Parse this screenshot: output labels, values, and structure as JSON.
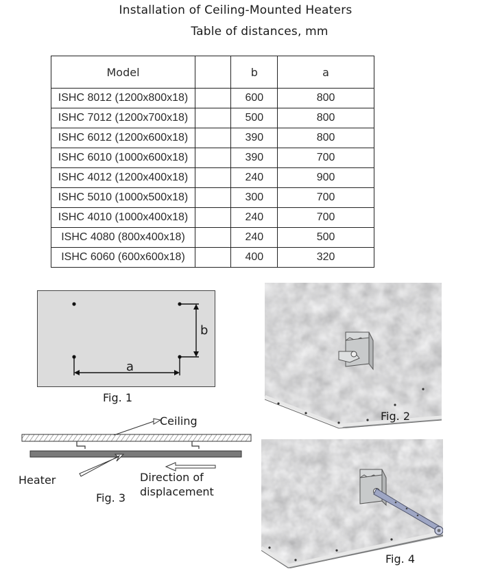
{
  "header": {
    "title": "Installation of Ceiling-Mounted Heaters",
    "subtitle": "Table of distances, mm"
  },
  "table": {
    "columns": [
      "Model",
      "",
      "b",
      "a"
    ],
    "rows": [
      {
        "model": "ISHC 8012 (1200x800x18)",
        "b": "600",
        "a": "800"
      },
      {
        "model": "ISHC 7012 (1200x700x18)",
        "b": "500",
        "a": "800"
      },
      {
        "model": "ISHC 6012 (1200x600x18)",
        "b": "390",
        "a": "800"
      },
      {
        "model": "ISHC 6010 (1000x600x18)",
        "b": "390",
        "a": "700"
      },
      {
        "model": "ISHC 4012 (1200x400x18)",
        "b": "240",
        "a": "900"
      },
      {
        "model": "ISHC 5010 (1000x500x18)",
        "b": "300",
        "a": "700"
      },
      {
        "model": "ISHC 4010 (1000x400x18)",
        "b": "240",
        "a": "700"
      },
      {
        "model": "ISHC 4080 (800x400x18)",
        "b": "240",
        "a": "500"
      },
      {
        "model": "ISHC 6060 (600x600x18)",
        "b": "400",
        "a": "320"
      }
    ]
  },
  "figures": {
    "fig1": {
      "caption": "Fig. 1",
      "label_a": "a",
      "label_b": "b"
    },
    "fig2": {
      "caption": "Fig. 2"
    },
    "fig3": {
      "caption": "Fig. 3",
      "ceiling_label": "Ceiling",
      "heater_label": "Heater",
      "direction_line1": "Direction of",
      "direction_line2": "displacement"
    },
    "fig4": {
      "caption": "Fig. 4"
    }
  },
  "colors": {
    "panel": "#dcdcdc",
    "heater_bar": "#7a7a7a",
    "metal": "#a9abad"
  }
}
